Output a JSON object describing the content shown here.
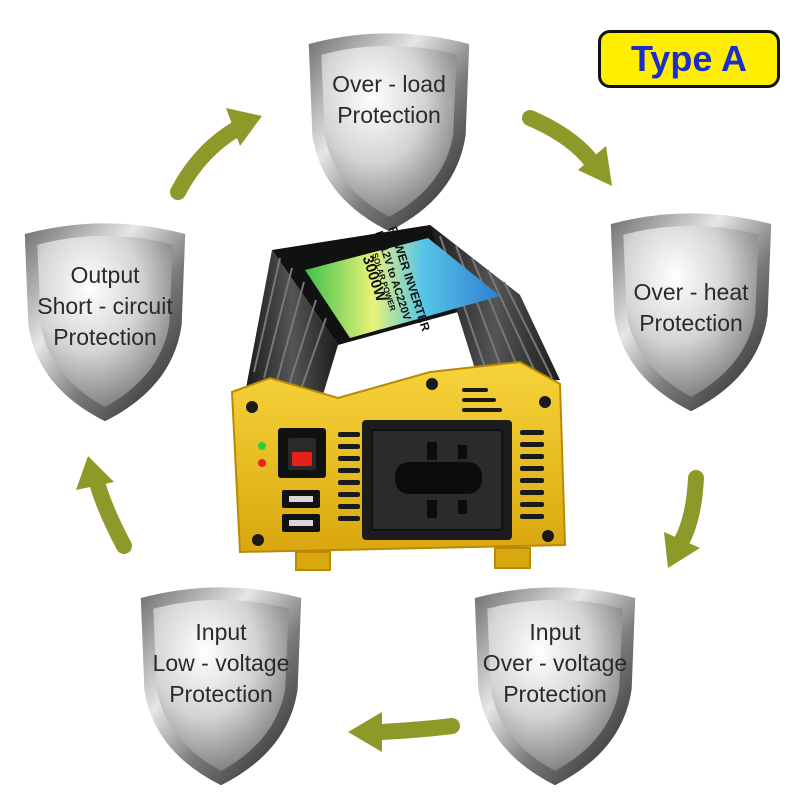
{
  "badge": {
    "label": "Type A"
  },
  "shields": [
    {
      "id": "top",
      "lines": [
        "Over - load",
        "Protection"
      ]
    },
    {
      "id": "right",
      "lines": [
        "Over - heat",
        "Protection"
      ]
    },
    {
      "id": "bottom-right",
      "lines": [
        "Input",
        "Over - voltage",
        "Protection"
      ]
    },
    {
      "id": "bottom-left",
      "lines": [
        "Input",
        "Low - voltage",
        "Protection"
      ]
    },
    {
      "id": "left",
      "lines": [
        "Output",
        "Short - circuit",
        "Protection"
      ]
    }
  ],
  "device": {
    "title": "POWER INVERTER",
    "subtitle": "DC12V to AC220V",
    "power": "3000W",
    "brand": "SOLAR POWER"
  },
  "colors": {
    "arrow": "#8d9a2a",
    "device_body": "#f2c21b",
    "heatsink": "#2b2b2b",
    "badge_bg": "#ffee00",
    "badge_text": "#1a2ec8"
  }
}
